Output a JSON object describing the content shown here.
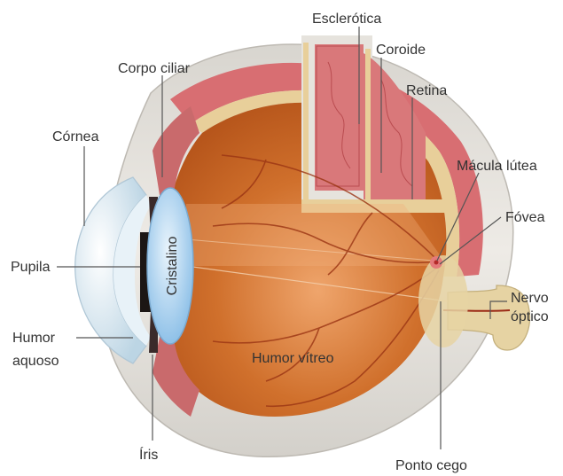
{
  "labels": {
    "sclera": "Esclerótica",
    "choroid": "Coroide",
    "ciliary_body": "Corpo ciliar",
    "retina": "Retina",
    "cornea": "Córnea",
    "macula": "Mácula lútea",
    "fovea": "Fóvea",
    "pupil": "Pupila",
    "lens": "Cristalino",
    "optic_nerve_line1": "Nervo",
    "optic_nerve_line2": "óptico",
    "aqueous_line1": "Humor",
    "aqueous_line2": "aquoso",
    "vitreous": "Humor vítreo",
    "iris": "Íris",
    "blind_spot": "Ponto cego"
  },
  "colors": {
    "sclera": "#e6e3dd",
    "sclera_shade": "#c9c6bf",
    "interior": "#c8621f",
    "interior_light": "#e7945a",
    "choroid": "#d46a6e",
    "retina": "#e8cf9a",
    "cornea": "#dceaf2",
    "lens": "#a8d0ee",
    "vessel": "#8e2a12",
    "leader": "#555555",
    "text": "#333333"
  }
}
